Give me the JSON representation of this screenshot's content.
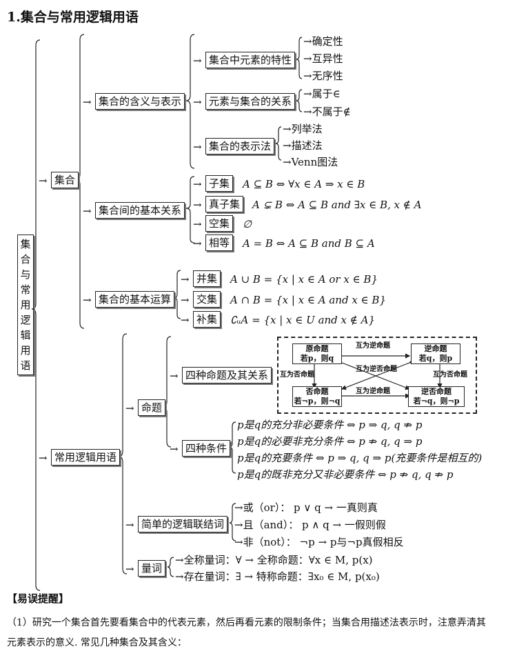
{
  "title": "1.集合与常用逻辑用语",
  "root": [
    "集",
    "合",
    "与",
    "常",
    "用",
    "逻",
    "辑",
    "用",
    "语"
  ],
  "sets": {
    "label": "集合",
    "meaning": {
      "label": "集合的含义与表示",
      "features": {
        "label": "集合中元素的特性",
        "items": [
          "确定性",
          "互异性",
          "无序性"
        ]
      },
      "relation": {
        "label": "元素与集合的关系",
        "items": [
          "属于∈",
          "不属于∉"
        ]
      },
      "representation": {
        "label": "集合的表示法",
        "items": [
          "列举法",
          "描述法",
          "Venn图法"
        ]
      }
    },
    "basic_relations": {
      "label": "集合间的基本关系",
      "items": [
        {
          "name": "子集",
          "formula": "A ⊆ B ⇔ ∀x ∈ A ⇒ x ∈ B"
        },
        {
          "name": "真子集",
          "formula": "A ⊊ B ⇔ A ⊆ B and ∃x ∈ B, x ∉ A"
        },
        {
          "name": "空集",
          "formula": "∅"
        },
        {
          "name": "相等",
          "formula": "A = B ⇔ A ⊆ B and B ⊆ A"
        }
      ]
    },
    "operations": {
      "label": "集合的基本运算",
      "items": [
        {
          "name": "并集",
          "formula": "A ∪ B = {x | x ∈ A or x ∈ B}"
        },
        {
          "name": "交集",
          "formula": "A ∩ B = {x | x ∈ A and x ∈ B}"
        },
        {
          "name": "补集",
          "formula": "∁ᵤA = {x | x ∈ U and x ∉ A}"
        }
      ]
    }
  },
  "logic": {
    "label": "常用逻辑用语",
    "proposition": {
      "label": "命题",
      "four_props": {
        "label": "四种命题及其关系",
        "diagram": {
          "original": [
            "原命题",
            "若p，则q"
          ],
          "converse": [
            "逆命题",
            "若q，则p"
          ],
          "inverse": [
            "否命题",
            "若¬p，则¬q"
          ],
          "contrapositive": [
            "逆否命题",
            "若¬q，则¬p"
          ],
          "top_link": "互为逆命题",
          "bottom_link": "互为逆命题",
          "left_link": "互为否命题",
          "right_link": "互为否命题",
          "cross_link": "互为逆否命题"
        }
      },
      "conditions": {
        "label": "四种条件",
        "items": [
          "p是q的充分非必要条件 ⇔ p ⇒ q, q ⇏ p",
          "p是q的必要非充分条件 ⇔ p ⇏ q, q ⇒ p",
          "p是q的充要条件 ⇔ p ⇒ q, q ⇒ p(充要条件是相互的)",
          "p是q的既非充分又非必要条件 ⇔ p ⇏ q, q ⇏ p"
        ]
      }
    },
    "connectives": {
      "label": "简单的逻辑联结词",
      "items": [
        "→或（or）：  p ∨ q → 一真则真",
        "→且（and）：  p ∧ q → 一假则假",
        "→非（not）：  ¬p → p与¬p真假相反"
      ]
    },
    "quantifiers": {
      "label": "量词",
      "items": [
        "→全称量词：∀ → 全称命题：∀x ∈ M, p(x)",
        "→存在量词：∃ → 特称命题：∃x₀ ∈ M, p(x₀)"
      ]
    }
  },
  "tips": {
    "heading": "【易误提醒】",
    "line1": "（1）研究一个集合首先要看集合中的代表元素，然后再看元素的限制条件；当集合用描述法表示时，注意弄清其",
    "line2": "元素表示的意义. 常见几种集合及其含义："
  }
}
